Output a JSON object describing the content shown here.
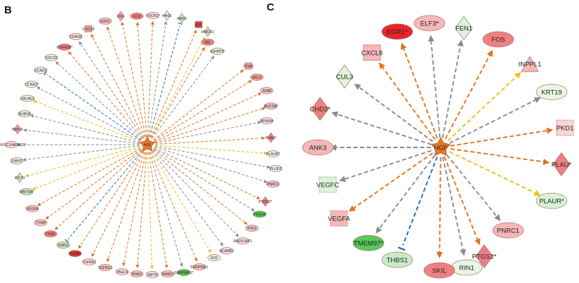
{
  "panels": [
    {
      "letter": "B",
      "hub": "HGF",
      "nodes": [
        {
          "label": "FN1",
          "shape": "diamond",
          "fill": "#f2a3a3",
          "edge": "orange"
        },
        {
          "label": "FOS",
          "shape": "ellipse",
          "fill": "#f08080",
          "edge": "orange"
        },
        {
          "label": "FSCN1*",
          "shape": "ellipse",
          "fill": "#fbe0e0",
          "edge": "orange"
        },
        {
          "label": "HAS1",
          "shape": "diamond",
          "fill": "#dff5dc",
          "edge": "gray"
        },
        {
          "label": "HAS3",
          "shape": "diamond",
          "fill": "#c8ecc4",
          "edge": "blue"
        },
        {
          "label": "HGF",
          "shape": "square",
          "fill": "#d94a4a",
          "edge": "orange"
        },
        {
          "label": "HMOX1",
          "shape": "diamond",
          "fill": "#c8ecc4",
          "edge": "yellow"
        },
        {
          "label": "ID1",
          "shape": "ellipse",
          "fill": "#f08080",
          "edge": "orange"
        },
        {
          "label": "IGFBP3*",
          "shape": "ellipse",
          "fill": "#e8f7e6",
          "edge": "gray"
        },
        {
          "label": "ITGA2",
          "shape": "square",
          "fill": "#f2a3a3",
          "edge": "orange"
        },
        {
          "label": "JAG1*",
          "shape": "ellipse",
          "fill": "#f2a3a3",
          "edge": "orange"
        },
        {
          "label": "JUNB",
          "shape": "ellipse",
          "fill": "#f7c5c5",
          "edge": "orange"
        },
        {
          "label": "MUC5B*",
          "shape": "ellipse",
          "fill": "#f7c5c5",
          "edge": "orange"
        },
        {
          "label": "NFKBIA",
          "shape": "ellipse",
          "fill": "#fbe0e0",
          "edge": "gray"
        },
        {
          "label": "PLAU*",
          "shape": "diamond",
          "fill": "#f08080",
          "edge": "orange"
        },
        {
          "label": "PLAUR*",
          "shape": "ellipse",
          "fill": "#e8f7e6",
          "edge": "yellow"
        },
        {
          "label": "PLOD2",
          "shape": "ellipse",
          "fill": "#e8f7e6",
          "edge": "gray"
        },
        {
          "label": "PNRC1",
          "shape": "ellipse",
          "fill": "#f7c5c5",
          "edge": "gray"
        },
        {
          "label": "PTGS2*",
          "shape": "diamond",
          "fill": "#f08080",
          "edge": "orange"
        },
        {
          "label": "PTHLH*",
          "shape": "ellipse",
          "fill": "#4fc74f",
          "edge": "gray"
        },
        {
          "label": "PTK2",
          "shape": "ellipse",
          "fill": "#f7c5c5",
          "edge": "orange"
        },
        {
          "label": "RAD51AP1",
          "shape": "ellipse",
          "fill": "#fbe0e0",
          "edge": "gray"
        },
        {
          "label": "SCARB1",
          "shape": "ellipse",
          "fill": "#fbe0e0",
          "edge": "gray"
        },
        {
          "label": "SCD",
          "shape": "ellipse",
          "fill": "#e8f7e6",
          "edge": "yellow"
        },
        {
          "label": "SERPINE1",
          "shape": "ellipse",
          "fill": "#f7c5c5",
          "edge": "orange"
        },
        {
          "label": "SERPINF1*",
          "shape": "ellipse",
          "fill": "#4fc74f",
          "edge": "gray"
        },
        {
          "label": "SMAD7",
          "shape": "ellipse",
          "fill": "#f7c5c5",
          "edge": "orange"
        },
        {
          "label": "SMTN",
          "shape": "ellipse",
          "fill": "#fbe0e0",
          "edge": "yellow"
        },
        {
          "label": "SNAI2",
          "shape": "ellipse",
          "fill": "#f7c5c5",
          "edge": "orange"
        },
        {
          "label": "TAGLN",
          "shape": "ellipse",
          "fill": "#fbe0e0",
          "edge": "orange"
        },
        {
          "label": "TGFB1I1",
          "shape": "ellipse",
          "fill": "#f7c5c5",
          "edge": "orange"
        },
        {
          "label": "TGFBR1",
          "shape": "ellipse",
          "fill": "#fbe0e0",
          "edge": "orange"
        },
        {
          "label": "TGFB1",
          "shape": "ellipse",
          "fill": "#e03a3a",
          "edge": "orange"
        },
        {
          "label": "THBS1",
          "shape": "ellipse",
          "fill": "#c8ecc4",
          "edge": "blue"
        },
        {
          "label": "TPM1",
          "shape": "ellipse",
          "fill": "#f08080",
          "edge": "orange"
        },
        {
          "label": "TYMP",
          "shape": "ellipse",
          "fill": "#f7c5c5",
          "edge": "orange"
        },
        {
          "label": "VEGFA",
          "shape": "ellipse",
          "fill": "#f7c5c5",
          "edge": "orange"
        },
        {
          "label": "WNT5A*",
          "shape": "ellipse",
          "fill": "#c8ecc4",
          "edge": "yellow"
        },
        {
          "label": "XYLT1",
          "shape": "diamond",
          "fill": "#c8ecc4",
          "edge": "yellow"
        },
        {
          "label": "ZWINT",
          "shape": "ellipse",
          "fill": "#e8f7e6",
          "edge": "gray"
        },
        {
          "label": "AKR1C1/AKR1C2",
          "shape": "ellipse",
          "fill": "#fbe0e0",
          "edge": "gray"
        },
        {
          "label": "BIRC5",
          "shape": "diamond",
          "fill": "#f2a3a3",
          "edge": "gray"
        },
        {
          "label": "BUB1B",
          "shape": "ellipse",
          "fill": "#e8f7e6",
          "edge": "gray"
        },
        {
          "label": "CALML3",
          "shape": "ellipse",
          "fill": "#e8f7e6",
          "edge": "yellow"
        },
        {
          "label": "CCNA2*",
          "shape": "ellipse",
          "fill": "#e8f7e6",
          "edge": "gray"
        },
        {
          "label": "CCND2",
          "shape": "ellipse",
          "fill": "#e8f7e6",
          "edge": "blue"
        },
        {
          "label": "CDC20",
          "shape": "ellipse",
          "fill": "#e8f7e6",
          "edge": "gray"
        },
        {
          "label": "CDKN1B*",
          "shape": "ellipse",
          "fill": "#f08080",
          "edge": "orange"
        },
        {
          "label": "CDKN3",
          "shape": "ellipse",
          "fill": "#fbe0e0",
          "edge": "gray"
        },
        {
          "label": "CXCL8",
          "shape": "square",
          "fill": "#f2a3a3",
          "edge": "orange"
        },
        {
          "label": "EDN1",
          "shape": "ellipse",
          "fill": "#f7c5c5",
          "edge": "orange"
        }
      ]
    },
    {
      "letter": "C",
      "hub": "HGF",
      "nodes": [
        {
          "label": "EGR1*",
          "shape": "ellipse",
          "fill": "#e8262a",
          "edge": "orange"
        },
        {
          "label": "ELF3*",
          "shape": "ellipse",
          "fill": "#f6b7b7",
          "edge": "gray"
        },
        {
          "label": "FEN1",
          "shape": "diamond",
          "fill": "#dcf5d8",
          "edge": "gray"
        },
        {
          "label": "FOS",
          "shape": "ellipse",
          "fill": "#f08080",
          "edge": "orange"
        },
        {
          "label": "INPPL1",
          "shape": "triangle",
          "fill": "#f6b7b7",
          "edge": "yellow"
        },
        {
          "label": "KRT19",
          "shape": "ellipse",
          "fill": "#e6f7e3",
          "edge": "gray"
        },
        {
          "label": "PKD1",
          "shape": "dashed-rect",
          "fill": "#fcd4d4",
          "edge": "orange"
        },
        {
          "label": "PLAU*",
          "shape": "diamond",
          "fill": "#f08080",
          "edge": "orange"
        },
        {
          "label": "PLAUR*",
          "shape": "ellipse",
          "fill": "#d8f3d3",
          "edge": "yellow"
        },
        {
          "label": "PNRC1",
          "shape": "ellipse",
          "fill": "#f6b7b7",
          "edge": "gray"
        },
        {
          "label": "PTGS2*",
          "shape": "diamond",
          "fill": "#ee7f86",
          "edge": "orange"
        },
        {
          "label": "RIN1",
          "shape": "ellipse",
          "fill": "#e6f7e3",
          "edge": "gray"
        },
        {
          "label": "SKIL",
          "shape": "ellipse",
          "fill": "#f08080",
          "edge": "orange"
        },
        {
          "label": "THBS1",
          "shape": "ellipse",
          "fill": "#c8ecc4",
          "edge": "blue"
        },
        {
          "label": "TMEM97*",
          "shape": "ellipse",
          "fill": "#59c95a",
          "edge": "gray"
        },
        {
          "label": "VEGFA",
          "shape": "dashed-rect",
          "fill": "#f6b7b7",
          "edge": "orange"
        },
        {
          "label": "VEGFC",
          "shape": "dashed-rect",
          "fill": "#dcf5d8",
          "edge": "gray"
        },
        {
          "label": "ANK3",
          "shape": "ellipse",
          "fill": "#f6b7b7",
          "edge": "gray"
        },
        {
          "label": "CHD2*",
          "shape": "diamond",
          "fill": "#f08080",
          "edge": "gray"
        },
        {
          "label": "CUL3",
          "shape": "diamond",
          "fill": "#dcf5d8",
          "edge": "gray"
        },
        {
          "label": "CXCL8",
          "shape": "square",
          "fill": "#f6b7b7",
          "edge": "orange"
        }
      ]
    }
  ],
  "colors": {
    "orange": "#e0731e",
    "gray": "#8a8a8a",
    "yellow": "#e6c21a",
    "blue": "#1d6fb8",
    "hub_fill": "#e8792a",
    "hub_stroke": "#c4561a"
  }
}
